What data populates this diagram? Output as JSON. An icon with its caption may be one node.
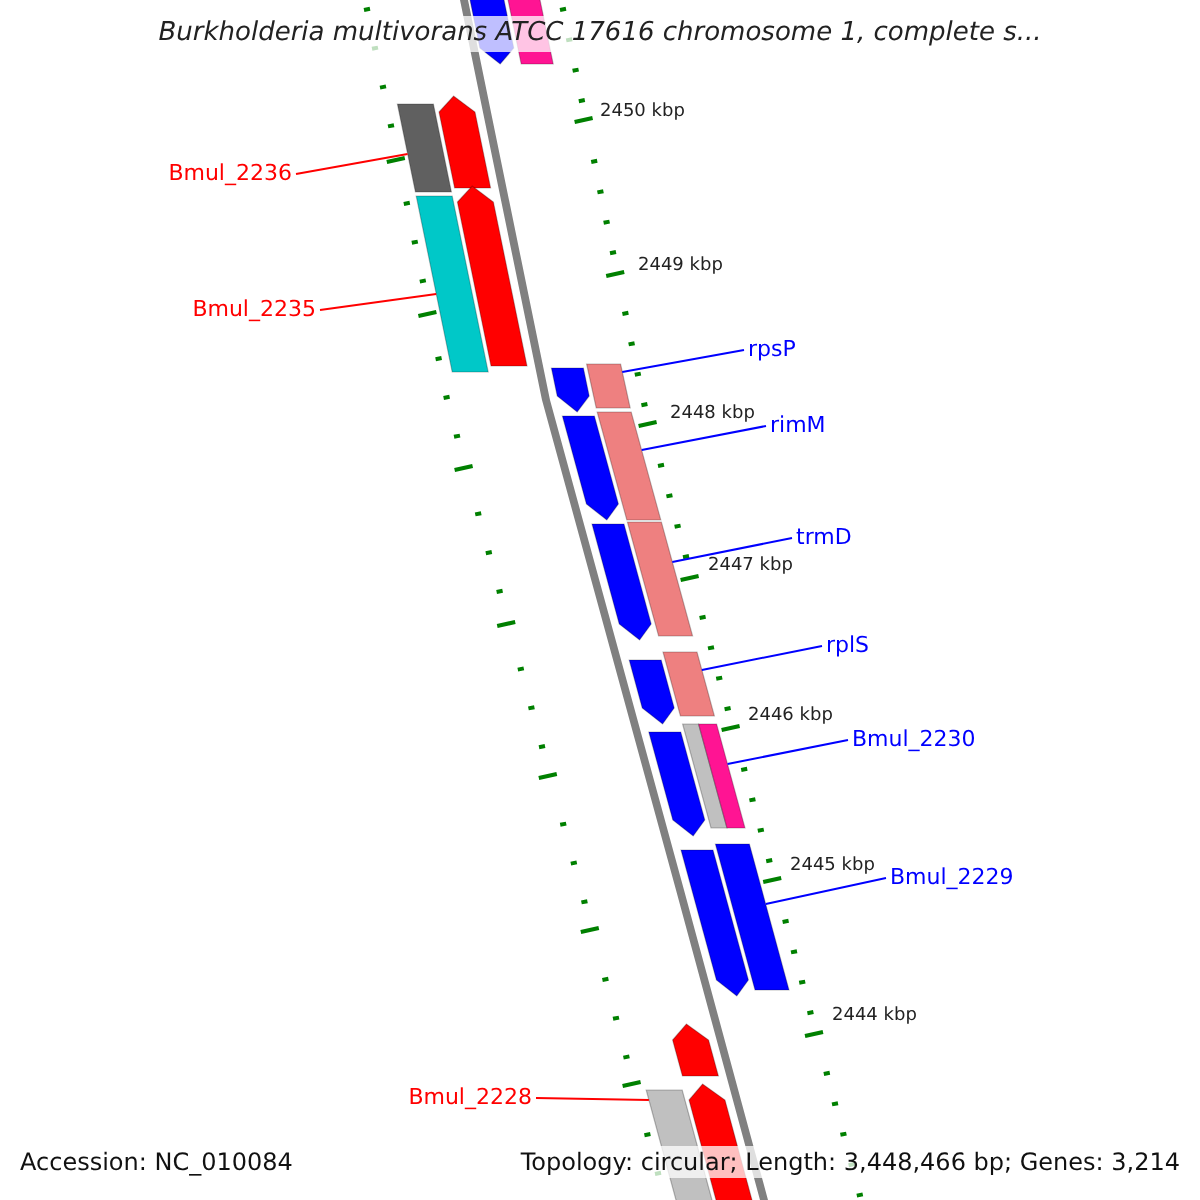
{
  "diagram": {
    "title": "Burkholderia multivorans ATCC 17616 chromosome 1, complete s...",
    "nodes": [
      {
        "text": [
          "Bmul_2236"
        ]
      },
      {
        "text": [
          "Bmul_2235"
        ]
      },
      {
        "text": [
          "rpsP"
        ]
      },
      {
        "text": [
          "rimM"
        ]
      },
      {
        "text": [
          "trmD"
        ]
      },
      {
        "text": [
          "rplS"
        ]
      },
      {
        "text": [
          "Bmul_2230"
        ]
      },
      {
        "text": [
          "Bmul_2229"
        ]
      },
      {
        "text": [
          "Bmul_2228"
        ]
      },
      {
        "text": [],
        "shape": "pentagon"
      },
      {
        "text": [],
        "shape": "bar"
      },
      {
        "text": [],
        "shape": "pentagon"
      },
      {
        "text": [],
        "shape": "bar"
      },
      {
        "text": [],
        "shape": "pentagon"
      },
      {
        "text": [],
        "shape": "bar"
      },
      {
        "text": [],
        "shape": "bar"
      },
      {
        "text": [],
        "shape": "pentagon"
      },
      {
        "text": [],
        "shape": "bar"
      },
      {
        "text": [],
        "shape": "pentagon"
      },
      {
        "text": [],
        "shape": "bar"
      },
      {
        "text": [],
        "shape": "pentagon"
      },
      {
        "text": [],
        "shape": "bar"
      },
      {
        "text": [],
        "shape": "pentagon"
      },
      {
        "text": [],
        "shape": "bar"
      },
      {
        "text": [],
        "shape": "bar"
      },
      {
        "text": [],
        "shape": "pentagon"
      },
      {
        "text": [],
        "shape": "bar"
      },
      {
        "text": [],
        "shape": "pentagon"
      },
      {
        "text": [],
        "shape": "pentagon"
      },
      {
        "text": [],
        "shape": "pentagon"
      },
      {
        "text": [],
        "shape": "bar"
      }
    ],
    "edges": [
      {
        "from": 0,
        "to": 12,
        "arrow": "none",
        "color": "#ff0000"
      },
      {
        "from": 1,
        "to": 14,
        "arrow": "none",
        "color": "#ff0000"
      },
      {
        "from": 2,
        "to": 15,
        "arrow": "none"
      },
      {
        "from": 3,
        "to": 17,
        "arrow": "none"
      },
      {
        "from": 4,
        "to": 19,
        "arrow": "none"
      },
      {
        "from": 5,
        "to": 21,
        "arrow": "none"
      },
      {
        "from": 6,
        "to": 24,
        "arrow": "none"
      },
      {
        "from": 7,
        "to": 26,
        "arrow": "none"
      },
      {
        "from": 8,
        "to": 30,
        "arrow": "none",
        "color": "#ff0000"
      }
    ],
    "labels": [
      "2450 kbp",
      "2449 kbp",
      "2448 kbp",
      "2447 kbp",
      "2446 kbp",
      "2445 kbp",
      "2444 kbp",
      "Accession: NC_010084",
      "Topology: circular; Length: 3,448,466 bp; Genes: 3,214"
    ]
  }
}
